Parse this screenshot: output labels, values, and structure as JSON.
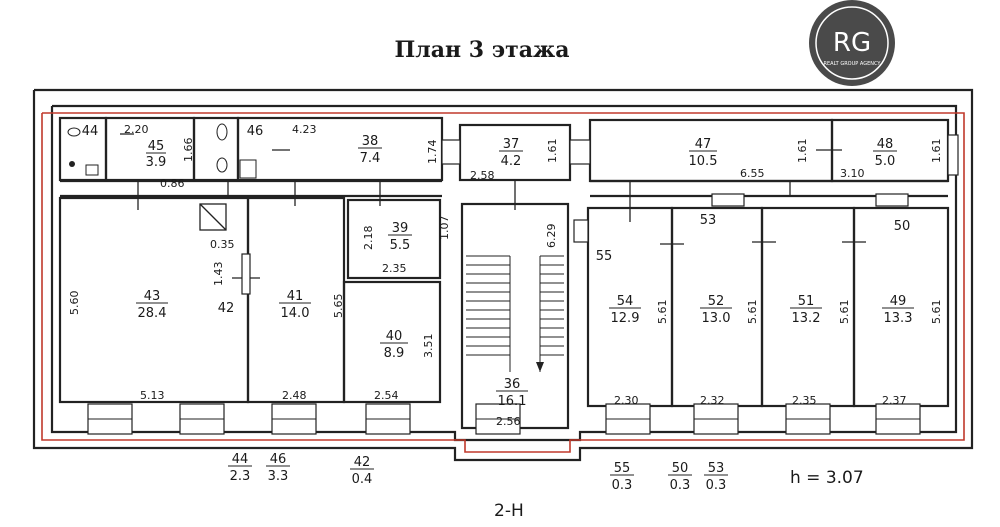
{
  "title": "План 3 этажа",
  "logo": {
    "text": "RG",
    "subtext": "REALT GROUP AGENCY",
    "color": "#4a4a4a"
  },
  "colors": {
    "wall": "#222222",
    "boundary": "#c0392b"
  },
  "rooms": [
    {
      "id": "r44",
      "number": "44",
      "area": ""
    },
    {
      "id": "r45",
      "number": "45",
      "area": "3.9"
    },
    {
      "id": "r46",
      "number": "46",
      "area": ""
    },
    {
      "id": "r38",
      "number": "38",
      "area": "7.4"
    },
    {
      "id": "r37",
      "number": "37",
      "area": "4.2"
    },
    {
      "id": "r47",
      "number": "47",
      "area": "10.5"
    },
    {
      "id": "r48",
      "number": "48",
      "area": "5.0"
    },
    {
      "id": "r43",
      "number": "43",
      "area": "28.4"
    },
    {
      "id": "r41",
      "number": "41",
      "area": "14.0"
    },
    {
      "id": "r39",
      "number": "39",
      "area": "5.5"
    },
    {
      "id": "r40",
      "number": "40",
      "area": "8.9"
    },
    {
      "id": "r36",
      "number": "36",
      "area": "16.1"
    },
    {
      "id": "r54",
      "number": "54",
      "area": "12.9"
    },
    {
      "id": "r52",
      "number": "52",
      "area": "13.0"
    },
    {
      "id": "r51",
      "number": "51",
      "area": "13.2"
    },
    {
      "id": "r49",
      "number": "49",
      "area": "13.3"
    }
  ],
  "labels": {
    "l42": "42",
    "l55": "55",
    "l53": "53",
    "l50": "50"
  },
  "dimensions": {
    "d220": "2.20",
    "d166": "1.66",
    "d086": "0.86",
    "d423": "4.23",
    "d174": "1.74",
    "d258": "2.58",
    "d161a": "1.61",
    "d161b": "1.61",
    "d655": "6.55",
    "d310": "3.10",
    "d161c": "1.61",
    "d035": "0.35",
    "d143": "1.43",
    "d560": "5.60",
    "d565": "5.65",
    "d218": "2.18",
    "d107": "1.07",
    "d235a": "2.35",
    "d351": "3.51",
    "d629": "6.29",
    "d561a": "5.61",
    "d561b": "5.61",
    "d561c": "5.61",
    "d561d": "5.61",
    "d513": "5.13",
    "d248": "2.48",
    "d254": "2.54",
    "d256": "2.56",
    "d230": "2.30",
    "d232": "2.32",
    "d235b": "2.35",
    "d237": "2.37"
  },
  "summary": [
    {
      "id": "s44",
      "number": "44",
      "area": "2.3"
    },
    {
      "id": "s46",
      "number": "46",
      "area": "3.3"
    },
    {
      "id": "s42",
      "number": "42",
      "area": "0.4"
    },
    {
      "id": "s55",
      "number": "55",
      "area": "0.3"
    },
    {
      "id": "s50",
      "number": "50",
      "area": "0.3"
    },
    {
      "id": "s53",
      "number": "53",
      "area": "0.3"
    }
  ],
  "height_note": "h = 3.07",
  "axis_label": "2-Н"
}
